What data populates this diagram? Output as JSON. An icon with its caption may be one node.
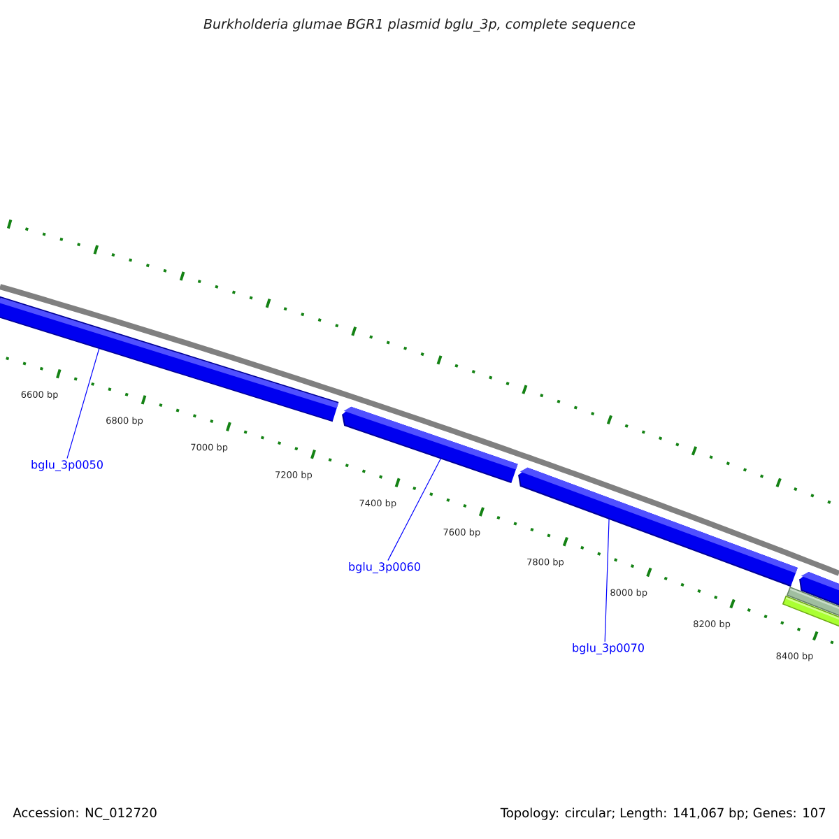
{
  "diagram": {
    "title": "Burkholderia glumae BGR1 plasmid bglu_3p, complete sequence",
    "nodes": [
      {
        "text": [],
        "shape": "bar"
      },
      {
        "text": [],
        "shape": "bar"
      },
      {
        "text": [],
        "shape": "bar"
      },
      {
        "text": [],
        "shape": "bar"
      },
      {
        "text": [],
        "shape": "bar"
      },
      {
        "text": [],
        "shape": "bar"
      },
      {
        "text": [
          "bglu_3p0050"
        ]
      },
      {
        "text": [
          "bglu_3p0060"
        ]
      },
      {
        "text": [
          "bglu_3p0070"
        ]
      }
    ],
    "edges": [
      {
        "from": 6,
        "to": 0,
        "arrow": "none"
      },
      {
        "from": 7,
        "to": 1,
        "arrow": "none"
      },
      {
        "from": 8,
        "to": 2,
        "arrow": "none"
      }
    ],
    "labels": [
      "6600 bp",
      "6800 bp",
      "7000 bp",
      "7200 bp",
      "7400 bp",
      "7600 bp",
      "7800 bp",
      "8000 bp",
      "8200 bp",
      "8400 bp",
      "Accession: NC_012720",
      "Topology: circular; Length: 141,067 bp; Genes: 107"
    ]
  }
}
